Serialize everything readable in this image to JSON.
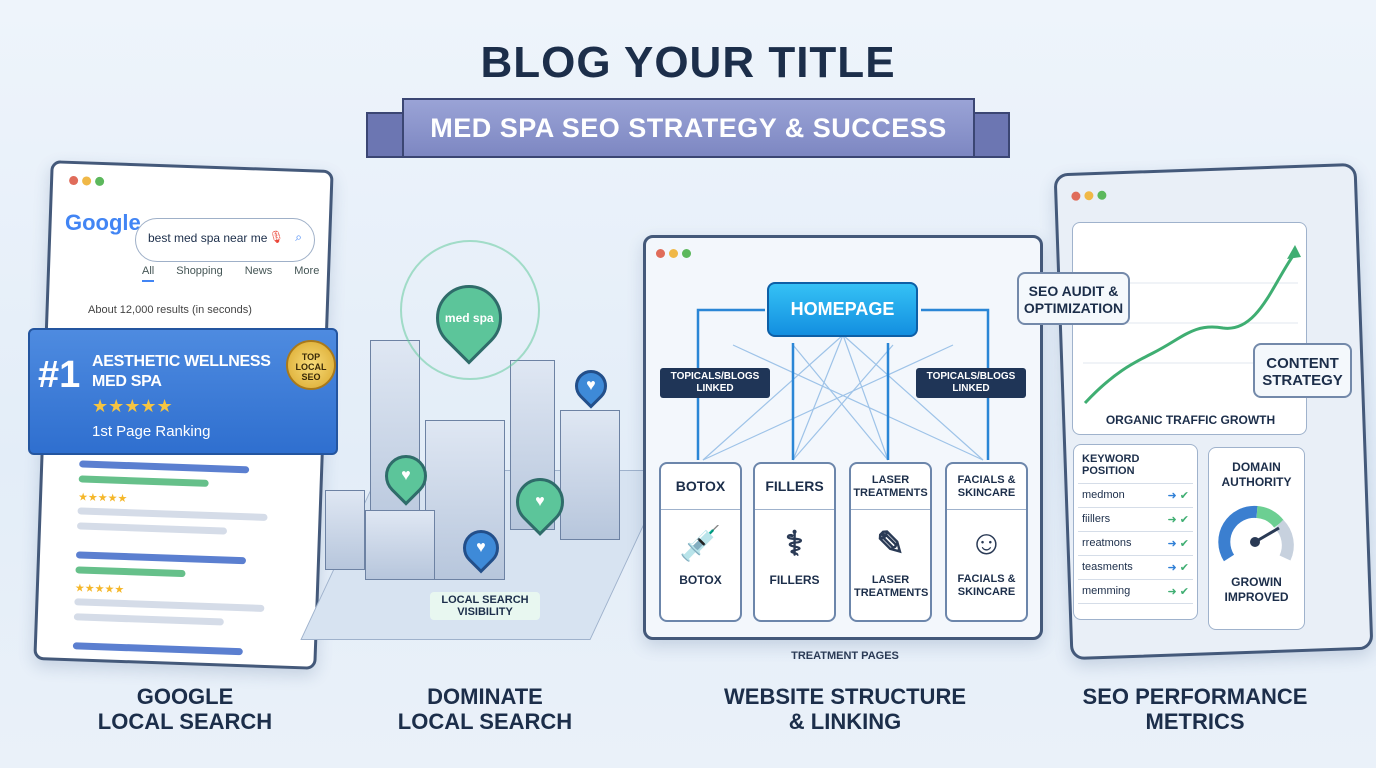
{
  "header": {
    "title": "BLOG YOUR TITLE",
    "subtitle": "MED SPA SEO STRATEGY & SUCCESS"
  },
  "panel1": {
    "logo": "Google",
    "query": "best med spa near me",
    "tabs": [
      "All",
      "Shopping",
      "News",
      "More"
    ],
    "results": "About 12,000 results (in seconds)",
    "rank": "#1",
    "business": "AESTHETIC WELLNESS",
    "business2": "MED SPA",
    "stars": "★★★★★",
    "ranking": "1st Page Ranking",
    "badge": [
      "TOP",
      "LOCAL",
      "SEO"
    ],
    "caption1": "GOOGLE",
    "caption2": "LOCAL SEARCH"
  },
  "panel2": {
    "pin_label": "med spa",
    "visibility1": "LOCAL SEARCH",
    "visibility2": "VISIBILITY",
    "caption1": "DOMINATE",
    "caption2": "LOCAL SEARCH"
  },
  "panel3": {
    "homepage": "HOMEPAGE",
    "linked_left": [
      "TOPICALS/BLOGS",
      "LINKED"
    ],
    "linked_right": [
      "TOPICALS/BLOGS",
      "LINKED"
    ],
    "pages": [
      {
        "title": "BOTOX",
        "label": "BOTOX",
        "icon": "syringe-icon",
        "glyph": "💉"
      },
      {
        "title": "FILLERS",
        "label": "FILLERS",
        "icon": "filler-syringe-icon",
        "glyph": "⚕"
      },
      {
        "title": "LASER TREATMENTS",
        "label": "LASER TREATMENTS",
        "icon": "laser-device-icon",
        "glyph": "✎"
      },
      {
        "title": "FACIALS & SKINCARE",
        "label": "FACIALS & SKINCARE",
        "icon": "face-icon",
        "glyph": "☺"
      }
    ],
    "footer": "TREATMENT PAGES",
    "caption1": "WEBSITE STRUCTURE",
    "caption2": "& LINKING"
  },
  "panel4": {
    "audit": [
      "SEO AUDIT &",
      "OPTIMIZATION"
    ],
    "content": [
      "CONTENT",
      "STRATEGY"
    ],
    "chart_label": "ORGANIC TRAFFIC GROWTH",
    "keyword_title": "KEYWORD POSITION",
    "keywords": [
      "medmon",
      "fiillers",
      "rreatmons",
      "teasments",
      "memming"
    ],
    "da_title": [
      "DOMAIN",
      "AUTHORITY"
    ],
    "da_status": [
      "GROWIN",
      "IMPROVED"
    ],
    "caption1": "SEO PERFORMANCE",
    "caption2": "METRICS"
  },
  "colors": {
    "navy": "#1c2e4a",
    "accent_blue": "#2f6fcf",
    "green": "#3fae72",
    "ribbon": "#8a94c8",
    "homepage": "#1aa7ec"
  }
}
